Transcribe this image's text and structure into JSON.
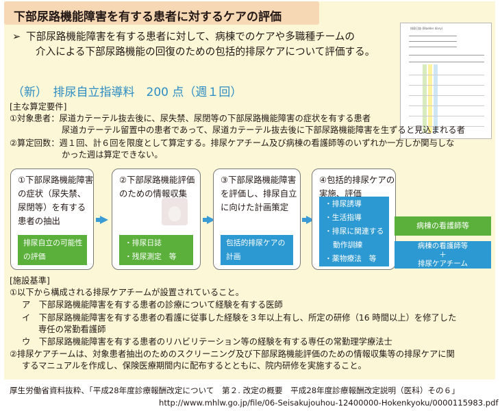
{
  "title": "下部尿路機能障害を有する患者に対するケアの評価",
  "intro": {
    "bullet": "➢",
    "line1": "下部尿路機能障害を有する患者に対して、病棟でのケアや多職種チームの",
    "line2": "介入による下部尿路機能の回復のための包括的排尿ケアについて評価する。"
  },
  "thumbnail": {
    "title": "排尿日誌 (Bladder diary)"
  },
  "fee": "（新）　排尿自立指導料　200 点（週１回）",
  "requirements": {
    "header": "[主な算定要件]",
    "target_label": "①対象患者：",
    "target1": "尿道カテーテル抜去後に、尿失禁、尿閉等の下部尿路機能障害の症状を有する患者",
    "target2": "尿道カテーテル留置中の患者であって、尿道カテーテル抜去後に下部尿路機能障害を生ずると見込まれる者",
    "count_line1": "②算定回数：週１回、計６回を限度として算定する。排尿ケアチーム及び病棟の看護師等のいずれか一方しか関与しな",
    "count_line2": "かった週は算定できない。"
  },
  "steps": [
    {
      "lines": [
        "①下部尿路機能障害",
        "の症状（尿失禁、",
        "尿閉等）を有する",
        "患者の抽出"
      ],
      "box_style": "green",
      "box": [
        "排尿自立の可能性",
        "の評価"
      ]
    },
    {
      "lines": [
        "②下部尿路機能評価",
        "のための情報収集"
      ],
      "box_style": "green",
      "box": [
        "・排尿日誌",
        "・残尿測定　等"
      ]
    },
    {
      "lines": [
        "③下部尿路機能障害",
        "を評価し、排尿自立",
        "に向けた計画策定"
      ],
      "box_style": "blue",
      "box": [
        "包括的排尿ケアの",
        "計画"
      ]
    },
    {
      "lines": [
        "④包括的排尿ケアの",
        "実施、評価"
      ],
      "box_style": "blue",
      "box": [
        "・排尿誘導",
        "・生活指導",
        "・排尿に関連する",
        "動作訓練",
        "・薬物療法　等"
      ]
    }
  ],
  "actors": {
    "nurse": "病棟の看護師等",
    "nurse_team_1": "病棟の看護師等",
    "plus": "＋",
    "nurse_team_2": "排尿ケアチーム"
  },
  "facility": {
    "header": "[施設基準]",
    "item1": "①以下から構成される排尿ケアチームが設置されていること。",
    "a": "ア　下部尿路機能障害を有する患者の診療について経験を有する医師",
    "i1": "イ　下部尿路機能障害を有する患者の看護に従事した経験を３年以上有し、所定の研修（16 時間以上）を修了した",
    "i2": "専任の常勤看護師",
    "u": "ウ　下部尿路機能障害を有する患者のリハビリテーション等の経験を有する専任の常勤理学療法士",
    "item2_1": "②排尿ケアチームは、対象患者抽出のためのスクリーニング及び下部尿路機能評価のための情報収集等の排尿ケアに関",
    "item2_2": "するマニュアルを作成し、保険医療期間内に配布するとともに、院内研修を実施すること。"
  },
  "footer": {
    "source": "厚生労働省資料抜粋、「平成28年度診療報酬改定について　第２. 改定の概要　平成28年度診療報酬改定説明（医科）その６」",
    "url": "http://www.mhlw.go.jp/file/06-Seisakujouhou-12400000-Hokenkyoku/0000115983.pdf"
  },
  "colors": {
    "panel": "#fcf7d7",
    "title_bar": "#f6d8b4",
    "fee": "#2b8cc4",
    "green": "#5ab03a",
    "blue": "#2d99d2"
  }
}
